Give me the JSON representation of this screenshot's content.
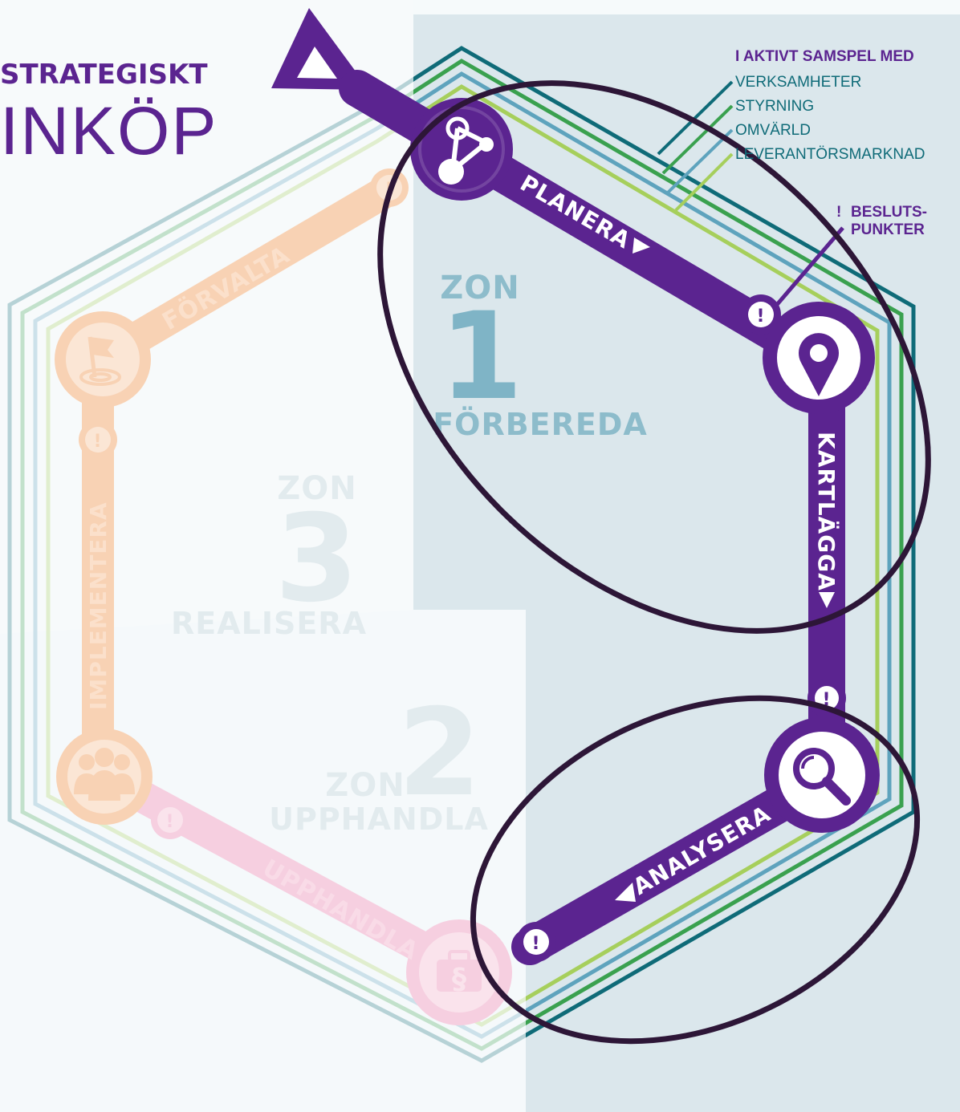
{
  "title": {
    "line1": "STRATEGISKT",
    "line2": "INKÖP"
  },
  "legend": {
    "heading": "I AKTIVT SAMSPEL MED",
    "items": [
      {
        "label": "VERKSAMHETER",
        "color": "#0f6b78"
      },
      {
        "label": "STYRNING",
        "color": "#3aa14f"
      },
      {
        "label": "OMVÄRLD",
        "color": "#5ea3bd"
      },
      {
        "label": "LEVERANTÖRSMARKNAD",
        "color": "#a6cf5c"
      }
    ]
  },
  "decision_points": {
    "mark": "!",
    "label_line1": "BESLUTS-",
    "label_line2": "PUNKTER"
  },
  "zones": [
    {
      "zon": "ZON",
      "number": "1",
      "name": "FÖRBEREDA"
    },
    {
      "zon": "ZON",
      "number": "2",
      "name": "UPPHANDLA"
    },
    {
      "zon": "ZON",
      "number": "3",
      "name": "REALISERA"
    }
  ],
  "steps": {
    "planera": "PLANERA",
    "kartlagga": "KARTLÄGGA",
    "analysera": "ANALYSERA",
    "upphandla": "UPPHANDLA",
    "implementera": "IMPLEMENTERA",
    "forvalta": "FÖRVALTA"
  },
  "colors": {
    "purple": "#5b2490",
    "zone1_bg": "#dbe7ec",
    "faded_peach": "#f8d2b4",
    "faded_pink": "#f6cfe0",
    "faded_zone_text": "#e2ebee",
    "ellipse": "#2d1637"
  }
}
